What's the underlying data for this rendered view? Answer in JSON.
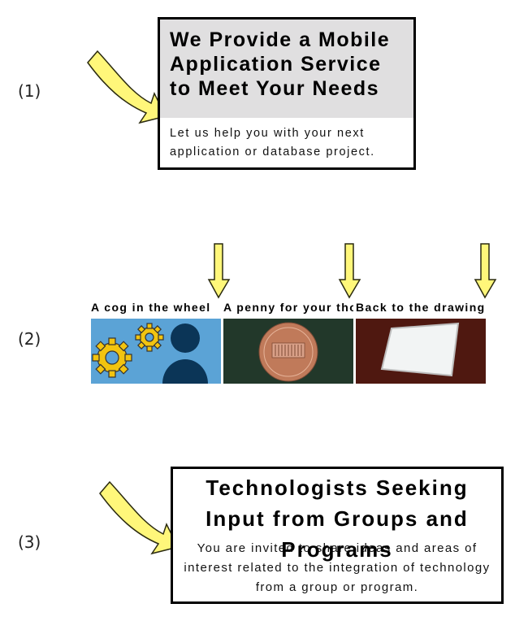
{
  "labels": [
    "(1)",
    "(2)",
    "(3)"
  ],
  "section1": {
    "title": "We Provide a Mobile Application Service to Meet Your Needs",
    "body": "Let us help you with your next application or database project."
  },
  "section2": {
    "tiles": [
      {
        "caption": "A cog in the wheel",
        "image": "gears-and-person-icon",
        "bg": "#5ba3d6"
      },
      {
        "caption": "A penny for your thoughts",
        "image": "penny-coin",
        "bg": "#22382a"
      },
      {
        "caption": "Back to the drawing board",
        "image": "blank-paper",
        "bg": "#4f1810"
      }
    ]
  },
  "section3": {
    "title": "Technologists Seeking Input from Groups and Programs",
    "body": "You are invited to share ideas and areas of interest related to the  integration of technology from a group or program."
  },
  "colors": {
    "arrow_fill": "#fff77a",
    "arrow_stroke": "#3a3a1a",
    "card_header_bg": "#e0dfe0"
  }
}
